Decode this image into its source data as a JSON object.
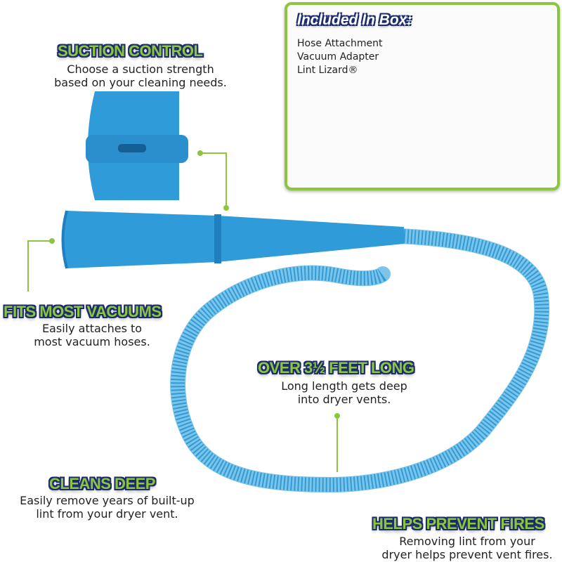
{
  "included_box": {
    "title": "Included In Box:",
    "items": [
      "Hose Attachment",
      "Vacuum Adapter",
      "Lint Lizard®"
    ]
  },
  "features": {
    "suction_control": {
      "title": "SUCTION CONTROL",
      "lines": [
        "Choose a suction strength",
        "based on your cleaning needs."
      ]
    },
    "fits_most_vacuums": {
      "title": "FITS MOST VACUUMS",
      "lines": [
        "Easily attaches to",
        "most vacuum hoses."
      ]
    },
    "over_feet_long": {
      "title": "OVER 3½ FEET LONG",
      "lines": [
        "Long length gets deep",
        "into dryer vents."
      ]
    },
    "cleans_deep": {
      "title": "CLEANS DEEP",
      "lines": [
        "Easily remove years of built-up",
        "lint from your dryer vent."
      ]
    },
    "helps_prevent_fires": {
      "title": "HELPS PREVENT FIRES",
      "lines": [
        "Removing lint from your",
        "dryer helps prevent vent fires."
      ]
    }
  },
  "colors": {
    "accent_green": "#8cc63f",
    "outline_navy": "#1d2c6e",
    "product_blue": "#2f9bd8"
  }
}
